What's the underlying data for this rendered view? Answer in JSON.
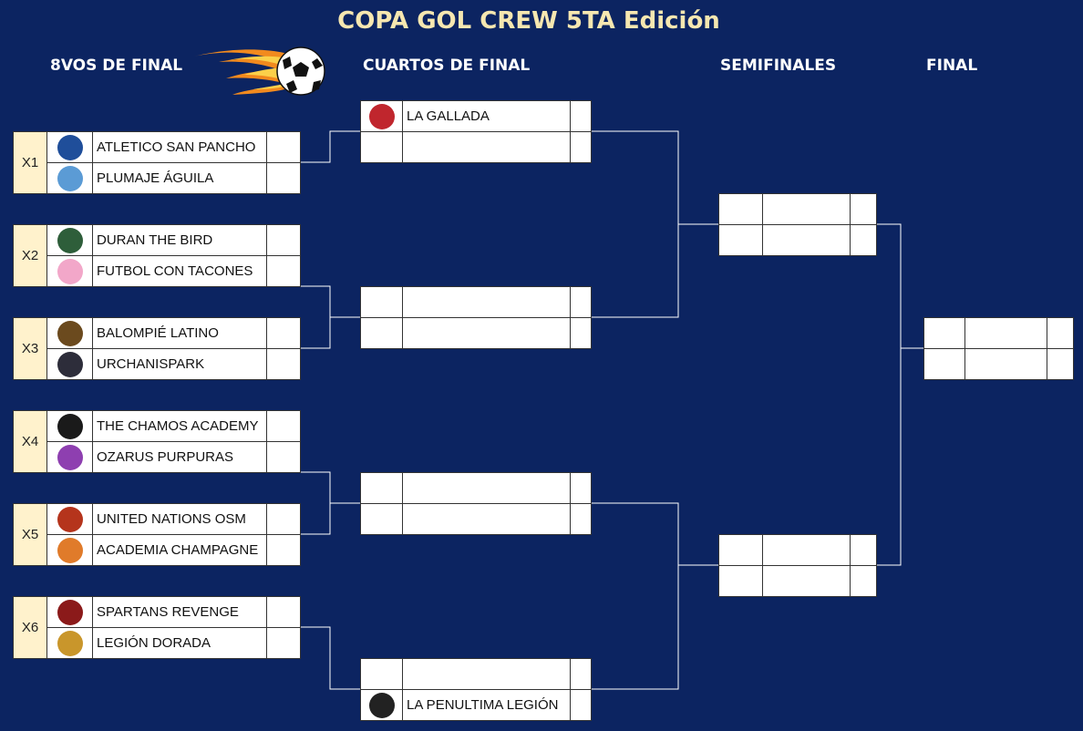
{
  "title": "COPA GOL CREW 5TA Edición",
  "rounds": {
    "r16": "8VOS DE FINAL",
    "qf": "CUARTOS DE FINAL",
    "sf": "SEMIFINALES",
    "final": "FINAL"
  },
  "r16_matches": [
    {
      "seed": "X1",
      "teams": [
        {
          "name": "ATLETICO SAN PANCHO",
          "logo": "san-pancho-logo",
          "color": "#1f4e9a"
        },
        {
          "name": "PLUMAJE ÁGUILA",
          "logo": "plumaje-aguila-logo",
          "color": "#5b9bd5"
        }
      ]
    },
    {
      "seed": "X2",
      "teams": [
        {
          "name": "DURAN THE BIRD",
          "logo": "duran-the-bird-logo",
          "color": "#2e5e3a"
        },
        {
          "name": "FUTBOL CON TACONES",
          "logo": "futbol-con-tacones-logo",
          "color": "#f2a7c9"
        }
      ]
    },
    {
      "seed": "X3",
      "teams": [
        {
          "name": "BALOMPIÉ LATINO",
          "logo": "balompie-latino-logo",
          "color": "#6b4a1e"
        },
        {
          "name": "URCHANISPARK",
          "logo": "urchanispark-logo",
          "color": "#2d2d3a"
        }
      ]
    },
    {
      "seed": "X4",
      "teams": [
        {
          "name": "THE CHAMOS ACADEMY",
          "logo": "chamos-academy-logo",
          "color": "#1a1a1a"
        },
        {
          "name": "OZARUS PURPURAS",
          "logo": "ozarus-purpuras-logo",
          "color": "#8e3fb0"
        }
      ]
    },
    {
      "seed": "X5",
      "teams": [
        {
          "name": "UNITED NATIONS OSM",
          "logo": "united-nations-osm-logo",
          "color": "#b5341c"
        },
        {
          "name": "ACADEMIA CHAMPAGNE",
          "logo": "academia-champagne-logo",
          "color": "#e07b2a"
        }
      ]
    },
    {
      "seed": "X6",
      "teams": [
        {
          "name": "SPARTANS REVENGE",
          "logo": "spartans-revenge-logo",
          "color": "#8b1a1a"
        },
        {
          "name": "LEGIÓN DORADA",
          "logo": "legion-dorada-logo",
          "color": "#c9962b"
        }
      ]
    }
  ],
  "qf_matches": [
    {
      "teams": [
        {
          "name": "LA GALLADA",
          "logo": "la-gallada-logo",
          "color": "#c0262d"
        },
        {
          "name": "",
          "logo": ""
        }
      ]
    },
    {
      "teams": [
        {
          "name": "",
          "logo": ""
        },
        {
          "name": "",
          "logo": ""
        }
      ]
    },
    {
      "teams": [
        {
          "name": "",
          "logo": ""
        },
        {
          "name": "",
          "logo": ""
        }
      ]
    },
    {
      "teams": [
        {
          "name": "",
          "logo": ""
        },
        {
          "name": "LA PENULTIMA LEGIÓN",
          "logo": "la-penultima-legion-logo",
          "color": "#222222"
        }
      ]
    }
  ]
}
